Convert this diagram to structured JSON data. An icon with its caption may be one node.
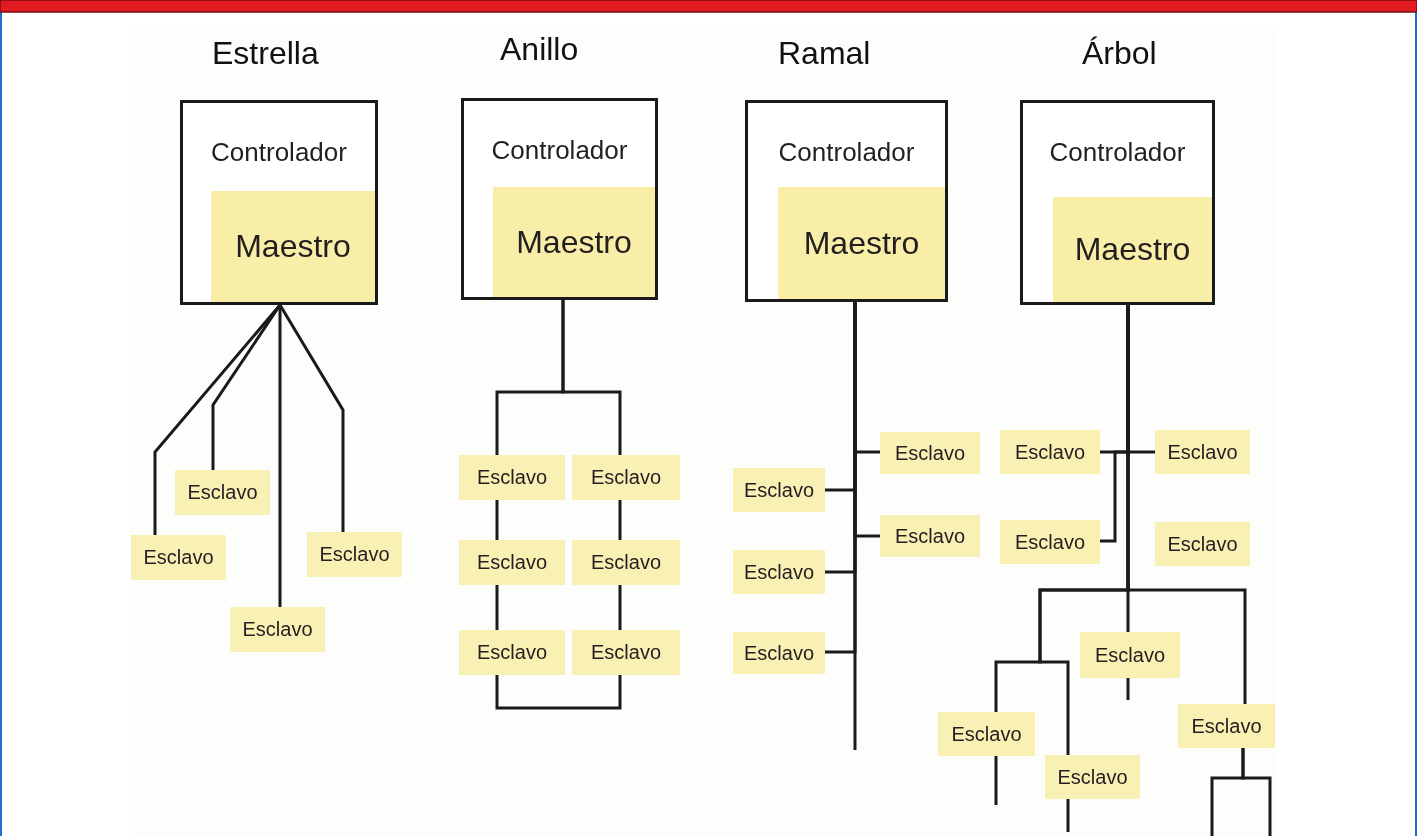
{
  "diagram": {
    "nodes": [
      {
        "text": [
          "Controlador"
        ]
      },
      {
        "text": [
          "Maestro"
        ],
        "in": 0
      },
      {
        "text": [
          "Esclavo"
        ]
      },
      {
        "text": [
          "Esclavo"
        ]
      },
      {
        "text": [
          "Esclavo"
        ]
      },
      {
        "text": [
          "Esclavo"
        ]
      },
      {
        "text": [
          "Controlador"
        ]
      },
      {
        "text": [
          "Maestro"
        ],
        "in": 6
      },
      {
        "text": [
          "Esclavo"
        ]
      },
      {
        "text": [
          "Esclavo"
        ]
      },
      {
        "text": [
          "Esclavo"
        ]
      },
      {
        "text": [
          "Esclavo"
        ]
      },
      {
        "text": [
          "Esclavo"
        ]
      },
      {
        "text": [
          "Esclavo"
        ]
      },
      {
        "text": [
          "Controlador"
        ]
      },
      {
        "text": [
          "Maestro"
        ],
        "in": 14
      },
      {
        "text": [
          "Esclavo"
        ]
      },
      {
        "text": [
          "Esclavo"
        ]
      },
      {
        "text": [
          "Esclavo"
        ]
      },
      {
        "text": [
          "Esclavo"
        ]
      },
      {
        "text": [
          "Esclavo"
        ]
      },
      {
        "text": [
          "Controlador"
        ]
      },
      {
        "text": [
          "Maestro"
        ],
        "in": 21
      },
      {
        "text": [
          "Esclavo"
        ]
      },
      {
        "text": [
          "Esclavo"
        ]
      },
      {
        "text": [
          "Esclavo"
        ]
      },
      {
        "text": [
          "Esclavo"
        ]
      },
      {
        "text": [
          "Esclavo"
        ]
      },
      {
        "text": [
          "Esclavo"
        ]
      },
      {
        "text": [
          "Esclavo"
        ]
      },
      {
        "text": [
          "Esclavo"
        ]
      }
    ],
    "edges": [
      {
        "from": 0,
        "to": 2,
        "arrow": "none"
      },
      {
        "from": 0,
        "to": 3,
        "arrow": "none"
      },
      {
        "from": 0,
        "to": 4,
        "arrow": "none"
      },
      {
        "from": 0,
        "to": 5,
        "arrow": "none"
      },
      {
        "from": 6,
        "to": 8,
        "arrow": "none"
      },
      {
        "from": 6,
        "to": 9,
        "arrow": "none"
      },
      {
        "from": 8,
        "to": 10,
        "arrow": "none"
      },
      {
        "from": 10,
        "to": 12,
        "arrow": "none"
      },
      {
        "from": 12,
        "to": 13,
        "arrow": "none"
      },
      {
        "from": 13,
        "to": 11,
        "arrow": "none"
      },
      {
        "from": 11,
        "to": 9,
        "arrow": "none"
      },
      {
        "from": 14,
        "to": 16,
        "arrow": "none"
      },
      {
        "from": 14,
        "to": 17,
        "arrow": "none"
      },
      {
        "from": 14,
        "to": 18,
        "arrow": "none"
      },
      {
        "from": 14,
        "to": 19,
        "arrow": "none"
      },
      {
        "from": 14,
        "to": 20,
        "arrow": "none"
      },
      {
        "from": 14,
        "to": null,
        "arrow": "none"
      },
      {
        "from": 21,
        "to": 23,
        "arrow": "none"
      },
      {
        "from": 21,
        "to": 24,
        "arrow": "none"
      },
      {
        "from": 21,
        "to": 25,
        "arrow": "none"
      },
      {
        "from": 21,
        "to": 27,
        "arrow": "none"
      },
      {
        "from": 21,
        "to": 28,
        "arrow": "none"
      },
      {
        "from": 21,
        "to": 29,
        "arrow": "none"
      },
      {
        "from": 21,
        "to": 30,
        "arrow": "none"
      },
      {
        "from": 27,
        "to": null,
        "arrow": "none"
      },
      {
        "from": 29,
        "to": null,
        "arrow": "none"
      },
      {
        "from": 30,
        "to": null,
        "arrow": "none"
      },
      {
        "from": 28,
        "to": null,
        "arrow": "none"
      },
      {
        "from": 28,
        "to": null,
        "arrow": "none"
      }
    ],
    "labels": [
      "Estrella",
      "Anillo",
      "Ramal",
      "Árbol"
    ]
  }
}
